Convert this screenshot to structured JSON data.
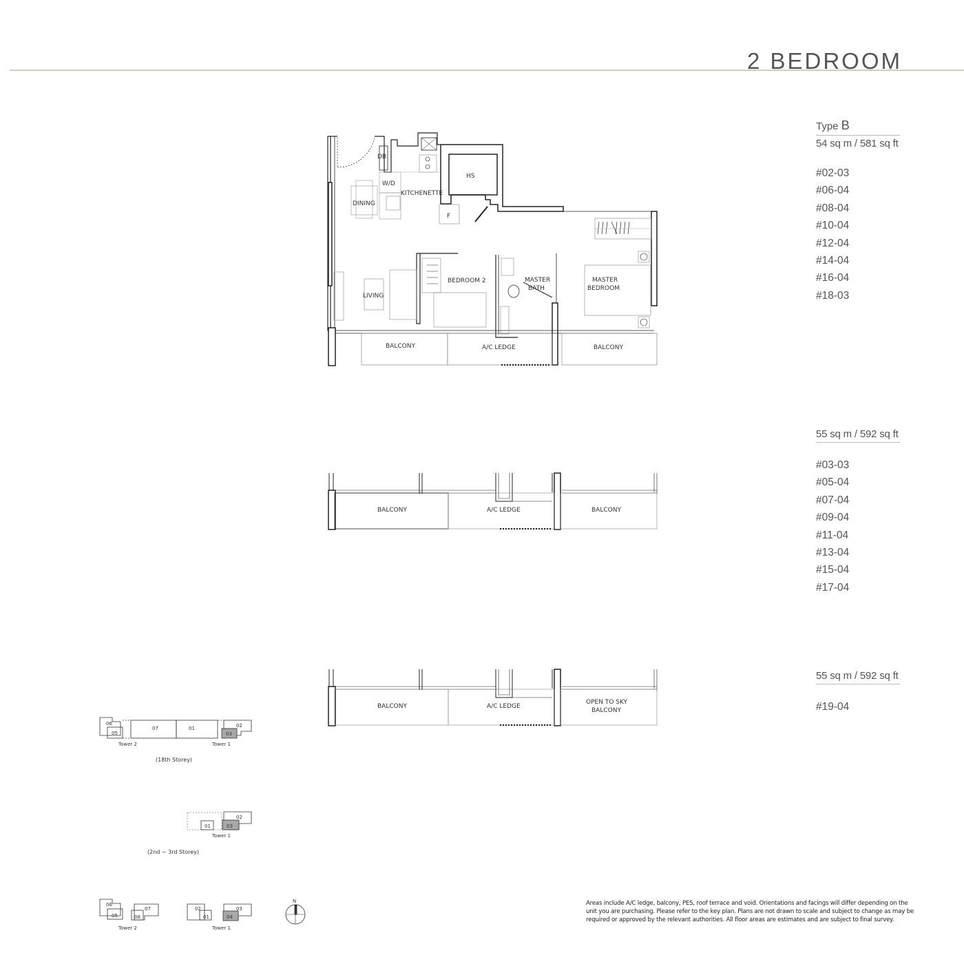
{
  "header": {
    "title": "2 BEDROOM",
    "rule_color": "#c9d6b4"
  },
  "unit_type": {
    "label": "Type",
    "letter": "B"
  },
  "variants": [
    {
      "area": "54 sq m / 581 sq ft",
      "units": [
        "#02-03",
        "#06-04",
        "#08-04",
        "#10-04",
        "#12-04",
        "#14-04",
        "#16-04",
        "#18-03"
      ]
    },
    {
      "area": "55 sq m / 592 sq ft",
      "units": [
        "#03-03",
        "#05-04",
        "#07-04",
        "#09-04",
        "#11-04",
        "#13-04",
        "#15-04",
        "#17-04"
      ]
    },
    {
      "area": "55 sq m / 592 sq ft",
      "units": [
        "#19-04"
      ]
    }
  ],
  "floor_plan": {
    "rooms": {
      "db": "DB",
      "wd": "W/D",
      "kitchenette": "KITCHENETTE",
      "dining": "DINING",
      "hs": "HS",
      "f": "F",
      "living": "LIVING",
      "bedroom2": "BEDROOM 2",
      "master_bath_1": "MASTER",
      "master_bath_2": "BATH",
      "master_bedroom_1": "MASTER",
      "master_bedroom_2": "BEDROOM",
      "balcony": "BALCONY",
      "ac_ledge": "A/C LEDGE",
      "balcony_r": "BALCONY"
    }
  },
  "variant_plans": [
    {
      "left": "BALCONY",
      "middle": "A/C LEDGE",
      "right_1": "BALCONY",
      "right_2": ""
    },
    {
      "left": "BALCONY",
      "middle": "A/C LEDGE",
      "right_1": "OPEN TO SKY",
      "right_2": "BALCONY"
    }
  ],
  "key_plans": {
    "k18": {
      "units": [
        "06",
        "05",
        "07",
        "01",
        "02",
        "03"
      ],
      "towers": [
        "Tower 2",
        "Tower 1"
      ],
      "caption": "(18th Storey)",
      "highlight": "03"
    },
    "k23": {
      "units": [
        "01",
        "02",
        "03"
      ],
      "towers": [
        "Tower 1"
      ],
      "caption": "(2nd ~ 3rd Storey)",
      "highlight": "03"
    },
    "ktyp": {
      "units_t2": [
        "06",
        "05",
        "08",
        "07"
      ],
      "units_t1": [
        "02",
        "01",
        "03",
        "04"
      ],
      "towers": [
        "Tower 2",
        "Tower 1"
      ],
      "highlight": "04"
    },
    "highlight_color": "#a8a8a8"
  },
  "compass": {
    "label": "N"
  },
  "disclaimer": "Areas include A/C ledge, balcony, PES, roof terrace and void. Orientations and facings will differ depending on the unit you are purchasing. Please refer to the key plan. Plans are not drawn to scale and subject to change as may be required or approved by the relevant authorities. All floor areas are estimates and are subject to final survey."
}
